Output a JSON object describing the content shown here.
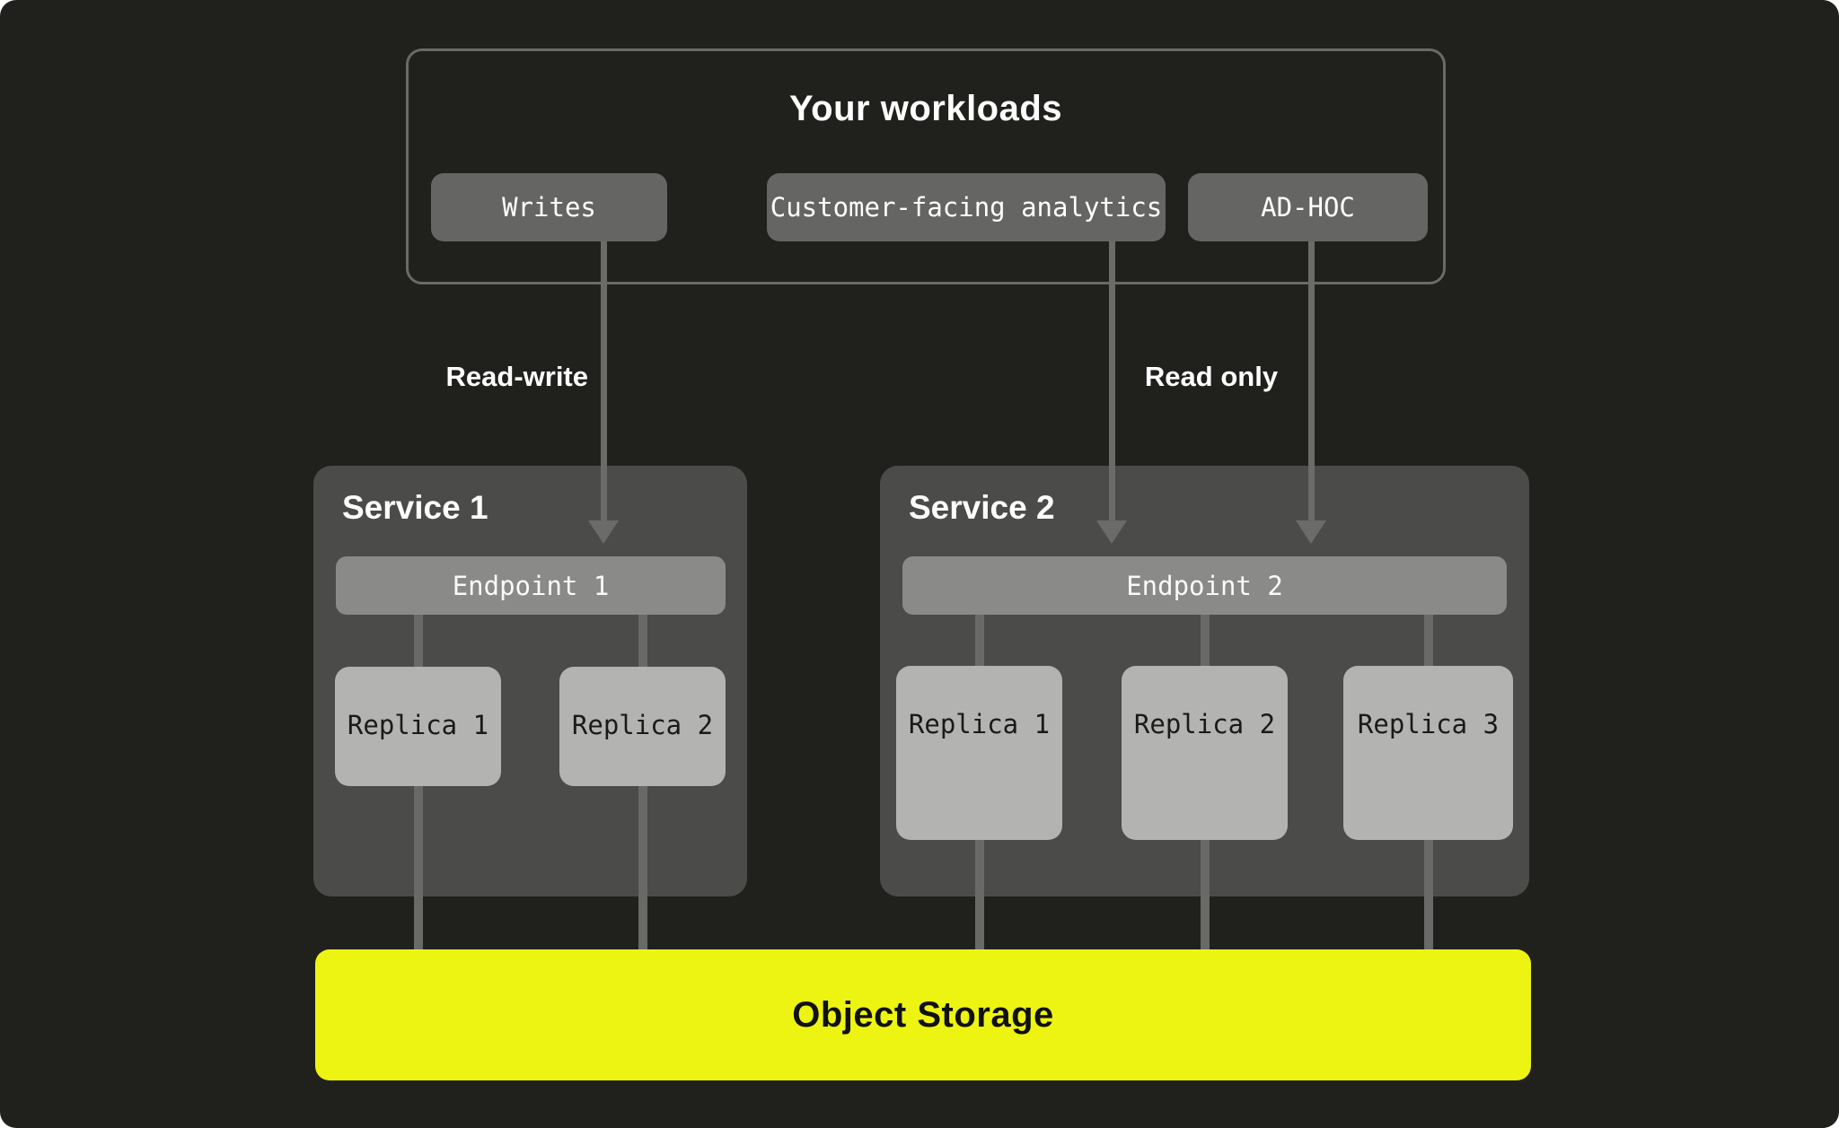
{
  "canvas": {
    "background_color": "#20211C",
    "accent_yellow": "#EDF412",
    "line_color": "#6B6B69"
  },
  "workloads": {
    "title": "Your workloads",
    "items": [
      {
        "label": "Writes"
      },
      {
        "label": "Customer-facing analytics"
      },
      {
        "label": "AD-HOC"
      }
    ]
  },
  "edges": {
    "read_write_label": "Read-write",
    "read_only_label": "Read only"
  },
  "services": [
    {
      "name": "Service 1",
      "endpoint": "Endpoint 1",
      "replicas": [
        "Replica 1",
        "Replica 2"
      ]
    },
    {
      "name": "Service 2",
      "endpoint": "Endpoint 2",
      "replicas": [
        "Replica 1",
        "Replica 2",
        "Replica 3"
      ]
    }
  ],
  "storage": {
    "label": "Object Storage"
  }
}
